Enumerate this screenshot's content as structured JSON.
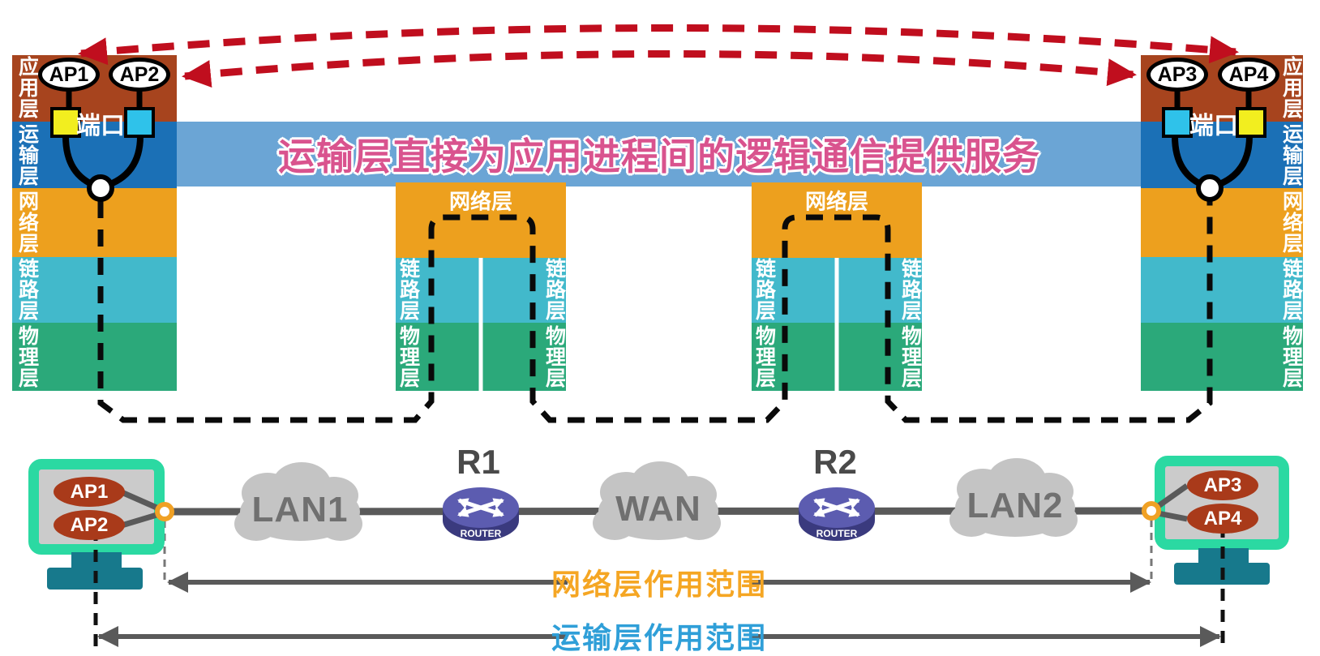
{
  "banner": {
    "text": "运输层直接为应用进程间的逻辑通信提供服务"
  },
  "layers": {
    "application": "应用层",
    "transport": "运输层",
    "network": "网络层",
    "link": "链路层",
    "physical": "物理层"
  },
  "hosts": {
    "left": {
      "ap1": "AP1",
      "ap2": "AP2",
      "port": "端口"
    },
    "right": {
      "ap3": "AP3",
      "ap4": "AP4",
      "port": "端口"
    }
  },
  "physical_net": {
    "computer_left": {
      "ap1": "AP1",
      "ap2": "AP2"
    },
    "computer_right": {
      "ap3": "AP3",
      "ap4": "AP4"
    },
    "lan1": "LAN1",
    "wan": "WAN",
    "lan2": "LAN2",
    "r1": "R1",
    "r2": "R2",
    "router_caption": "ROUTER"
  },
  "scopes": {
    "network": "网络层作用范围",
    "transport": "运输层作用范围"
  },
  "colors": {
    "application_layer": "#A7441E",
    "transport_layer": "#1B70B6",
    "banner_band": "#6BA5D5",
    "banner_text": "#D9538E",
    "network_layer": "#EDA01E",
    "link_layer": "#42B9CB",
    "physical_layer": "#2BA97A",
    "red_dashed_arrow": "#C00E1E",
    "port_square_yellow": "#F2EE1F",
    "port_square_cyan": "#2FC2EA",
    "monitor_border": "#2BD9A2",
    "stand_teal": "#17798C",
    "app_oval": "#A93A1A",
    "cloud_gray": "#C4C4C4",
    "router_blue": "#5C5CB0",
    "link_line_gray": "#5A5A5A",
    "socket_orange": "#F0A125",
    "scope_network_text": "#F5A623",
    "scope_transport_text": "#2F9FD8"
  }
}
